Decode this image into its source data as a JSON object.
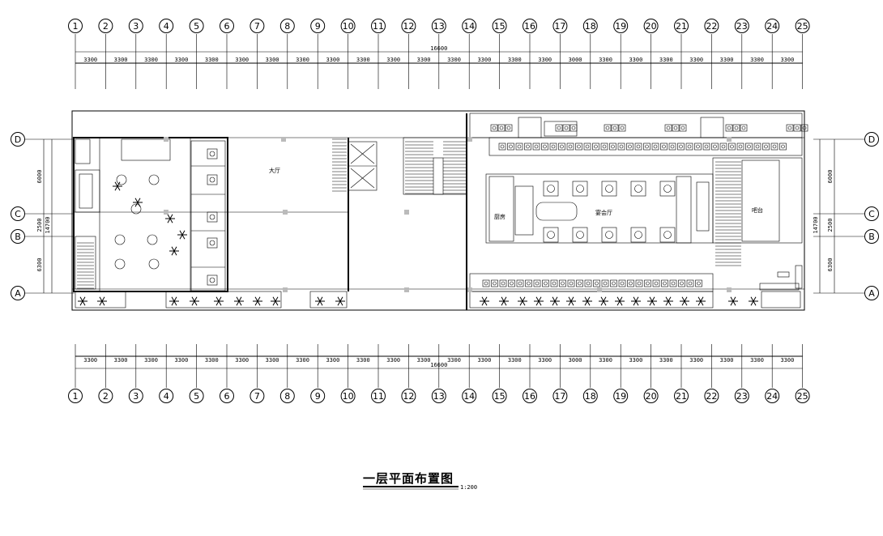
{
  "drawing": {
    "title": "一层平面布置图",
    "scale": "1:200",
    "overall_dimension": "16600",
    "column_labels": [
      "1",
      "2",
      "3",
      "4",
      "5",
      "6",
      "7",
      "8",
      "9",
      "10",
      "11",
      "12",
      "13",
      "14",
      "15",
      "16",
      "17",
      "18",
      "19",
      "20",
      "21",
      "22",
      "23",
      "24",
      "25"
    ],
    "bay_dimensions": [
      "3300",
      "3300",
      "3300",
      "3300",
      "3300",
      "3300",
      "3300",
      "3300",
      "3300",
      "3300",
      "3300",
      "3300",
      "3300",
      "3300",
      "3300",
      "3300",
      "3000",
      "3300",
      "3300",
      "3300",
      "3300",
      "3300",
      "3300",
      "3300"
    ],
    "row_labels": [
      "D",
      "C",
      "B",
      "A"
    ],
    "row_dimensions": [
      "6000",
      "2500",
      "6300"
    ],
    "row_total": "14700",
    "room_labels": {
      "lobby": "大厅",
      "dining": "宴会厅",
      "kitchen": "厨房",
      "bar": "吧台"
    }
  }
}
